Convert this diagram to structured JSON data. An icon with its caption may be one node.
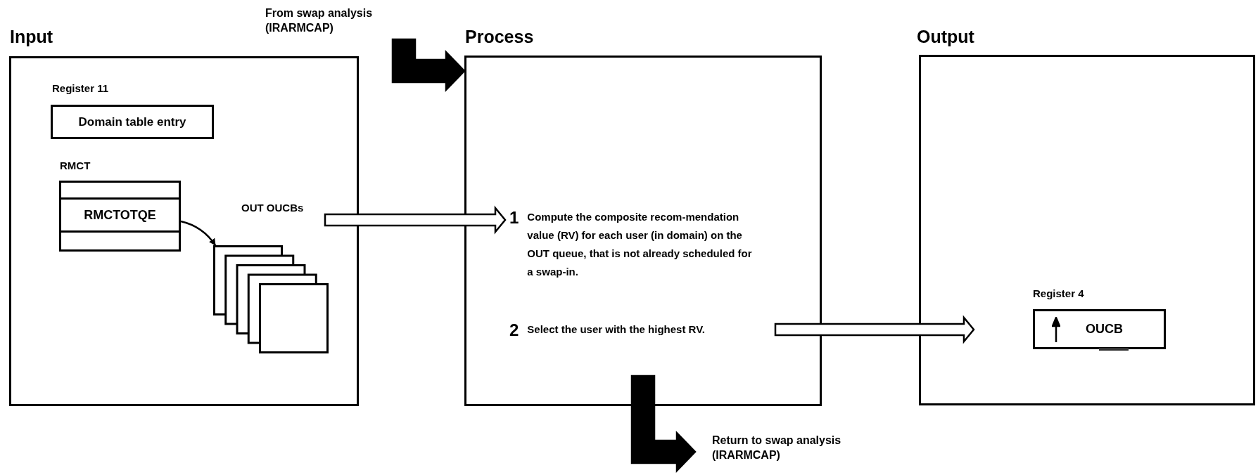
{
  "diagram": {
    "nodes": [
      {
        "text": [
          "Input"
        ]
      },
      {
        "text": [
          "Domain table entry"
        ],
        "beside": [
          "Register 11"
        ],
        "in": 0
      },
      {
        "text": [
          "RMCTOTQE"
        ],
        "beside": [
          "RMCT"
        ],
        "in": 0
      },
      {
        "text": [],
        "shape": "box",
        "beside": [
          "OUT OUCBs"
        ],
        "in": 0
      },
      {
        "text": [
          "Process"
        ]
      },
      {
        "text": [
          "1",
          "Compute the composite recom-mendation value (RV) for each user (in domain) on the OUT queue, that is not already scheduled for a swap-in."
        ],
        "in": 4
      },
      {
        "text": [
          "2",
          "Select the user with the highest RV."
        ],
        "in": 4
      },
      {
        "text": [
          "Output"
        ]
      },
      {
        "text": [
          "OUCB"
        ],
        "beside": [
          "Register 4"
        ],
        "in": 7
      },
      {
        "text": [
          "From swap analysis (IRARMCAP)"
        ]
      },
      {
        "text": [
          "Return to swap analysis (IRARMCAP)"
        ]
      }
    ],
    "edges": [
      {
        "from": 2,
        "to": 3,
        "arrow": "to"
      },
      {
        "from": 3,
        "to": 5,
        "arrow": "to",
        "style": "thick"
      },
      {
        "from": 6,
        "to": 8,
        "arrow": "to",
        "style": "thick"
      },
      {
        "from": 9,
        "to": 4,
        "arrow": "to",
        "style": "thick",
        "color": "#000000"
      },
      {
        "from": 4,
        "to": 10,
        "arrow": "to",
        "style": "thick",
        "color": "#000000"
      }
    ]
  }
}
